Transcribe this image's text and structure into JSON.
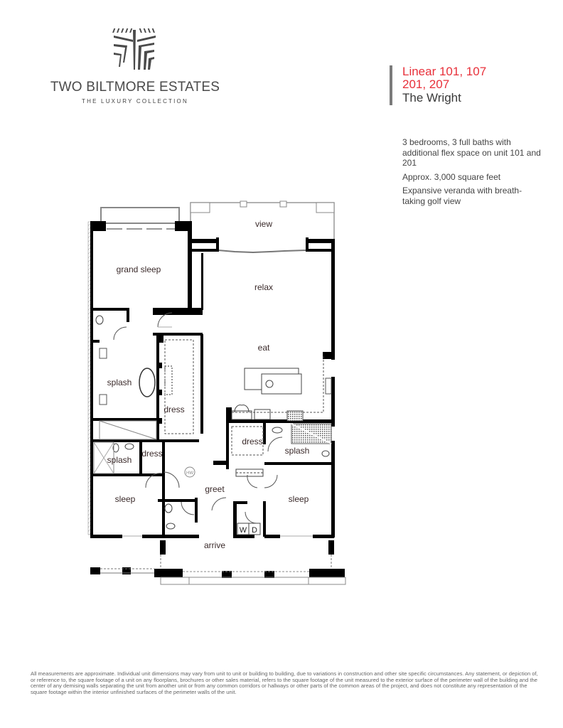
{
  "logo": {
    "brand": "TWO BILTMORE ESTATES",
    "tagline": "THE LUXURY COLLECTION",
    "icon": "biltmore-emblem-icon"
  },
  "unit": {
    "line1": "Linear 101, 107",
    "line2": "201, 207",
    "name": "The Wright",
    "accent_color": "#e8303a",
    "bar_color": "#7b7b7b"
  },
  "features": [
    "3 bedrooms, 3 full baths with additional flex space on unit 101 and 201",
    "Approx. 3,000 square feet",
    "Expansive veranda with breath-taking golf view"
  ],
  "floorplan": {
    "rooms": {
      "view": "view",
      "grand_sleep": "grand sleep",
      "relax": "relax",
      "eat": "eat",
      "splash_master": "splash",
      "dress_master": "dress",
      "dress_right": "dress",
      "splash_right": "splash",
      "splash_left": "splash",
      "dress_left": "dress",
      "greet": "greet",
      "sleep_left": "sleep",
      "sleep_right": "sleep",
      "arrive": "arrive",
      "washer": "W",
      "dryer": "D",
      "water_heater": "HW"
    }
  },
  "disclaimer": "All measurements are approximate. Individual unit dimensions may vary from unit to unit or building to building, due to variations in construction and other site specific circumstances. Any statement, or depiction of, or reference to, the square footage of a unit on any floorplans, brochures or other sales material, refers to the square footage of the unit measured to the exterior surface of the perimeter wall of the building and the center of any demising walls separating the unit from another unit or from any common corridors or hallways or other parts of the common areas of the project, and does not constitute any representation of the square footage within the interior unfinished surfaces of the perimeter walls of the unit."
}
